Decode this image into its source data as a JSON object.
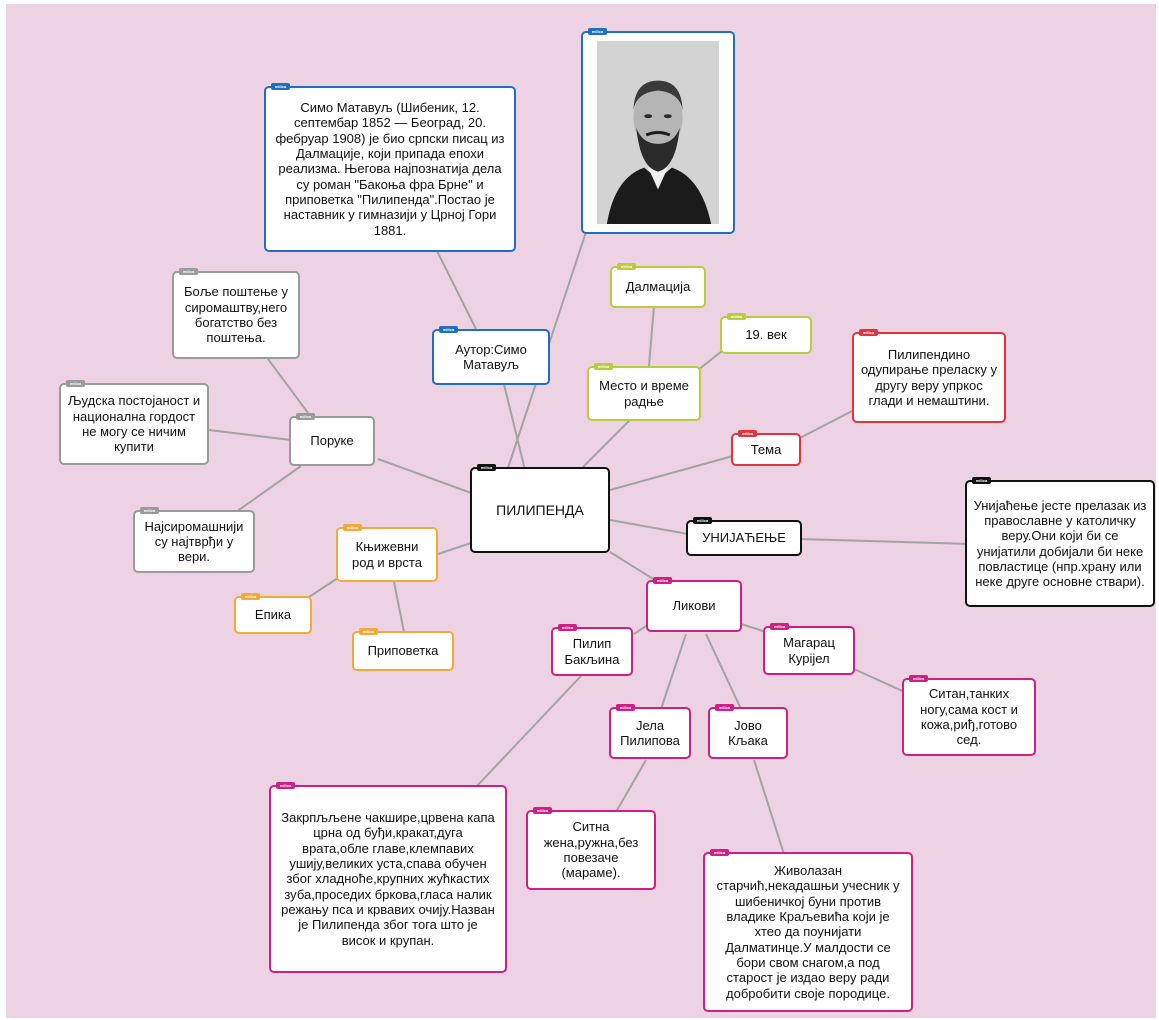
{
  "tag_label": "milica",
  "colors": {
    "black": "#111111",
    "blue": "#1f6fc0",
    "gray": "#9a9a9a",
    "olive": "#b9cc3c",
    "red": "#e0353d",
    "orange": "#f2a93a",
    "pink": "#d01f84",
    "canvas": "#ecd2e2"
  },
  "nodes": {
    "central": "ПИЛИПЕНДА",
    "author": "Аутор:Симо Матавуљ",
    "author_bio": "Симо Матавуљ (Шибеник, 12. септембар 1852 — Београд, 20. фебруар 1908) је био српски писац из Далмације, који припада епохи реализма. Његова најпознатија дела су роман \"Бакоња фра Брне\" и приповетка \"Пилипенда\".Постао је наставник у гимназији у Црној Гори 1881.",
    "place_time": "Место и време радње",
    "dalmatia": "Далмација",
    "century": "19. век",
    "theme": "Тема",
    "theme_desc": "Пилипендино одупирање преласку у другу веру упркос глади и немаштини.",
    "uniate": "УНИЈАЋЕЊЕ",
    "uniate_desc": "Унијаћење јесте прелазак из православне у католичку веру.Они који би се унијатили добијали би неке повластице (нпр.храну или неке друге основне ствари).",
    "messages": "Поруке",
    "msg1": "Боље поштење у сиромаштву,него богатство без поштења.",
    "msg2": "Људска постојаност и национална гордост не могу се ничим купити",
    "msg3": "Најсиромашнији су најтврђи у вери.",
    "genre": "Књижевни род и врста",
    "epic": "Епика",
    "story": "Приповетка",
    "characters": "Ликови",
    "pilip": "Пилип Бакљина",
    "pilip_desc": "Закрпљљене чакшире,црвена капа црна од буђи,кракат,дуга врата,обле главе,клемпавих ушију,великих уста,спава обучен због хладноће,крупних жућкастих зуба,проседих бркова,гласа налик режању пса и крвавих очију.Назван је Пилипенда због тога што је висок и крупан.",
    "jela": "Јела Пилипова",
    "jela_desc": "Ситна жена,ружна,без повезаче (мараме).",
    "jovo": "Јово Кљака",
    "jovo_desc": "Живолазан старчић,некадашњи учесник у шибеничкој буни против владике Краљевића који је хтео да поунијати Далматинце.У малдости се бори свом снагом,а под старост је издао веру ради добробити своје породице.",
    "donkey": "Магарац Курijел",
    "donkey_desc": "Ситан,танких ногу,сама кост и кожа,риђ,готово сед."
  }
}
